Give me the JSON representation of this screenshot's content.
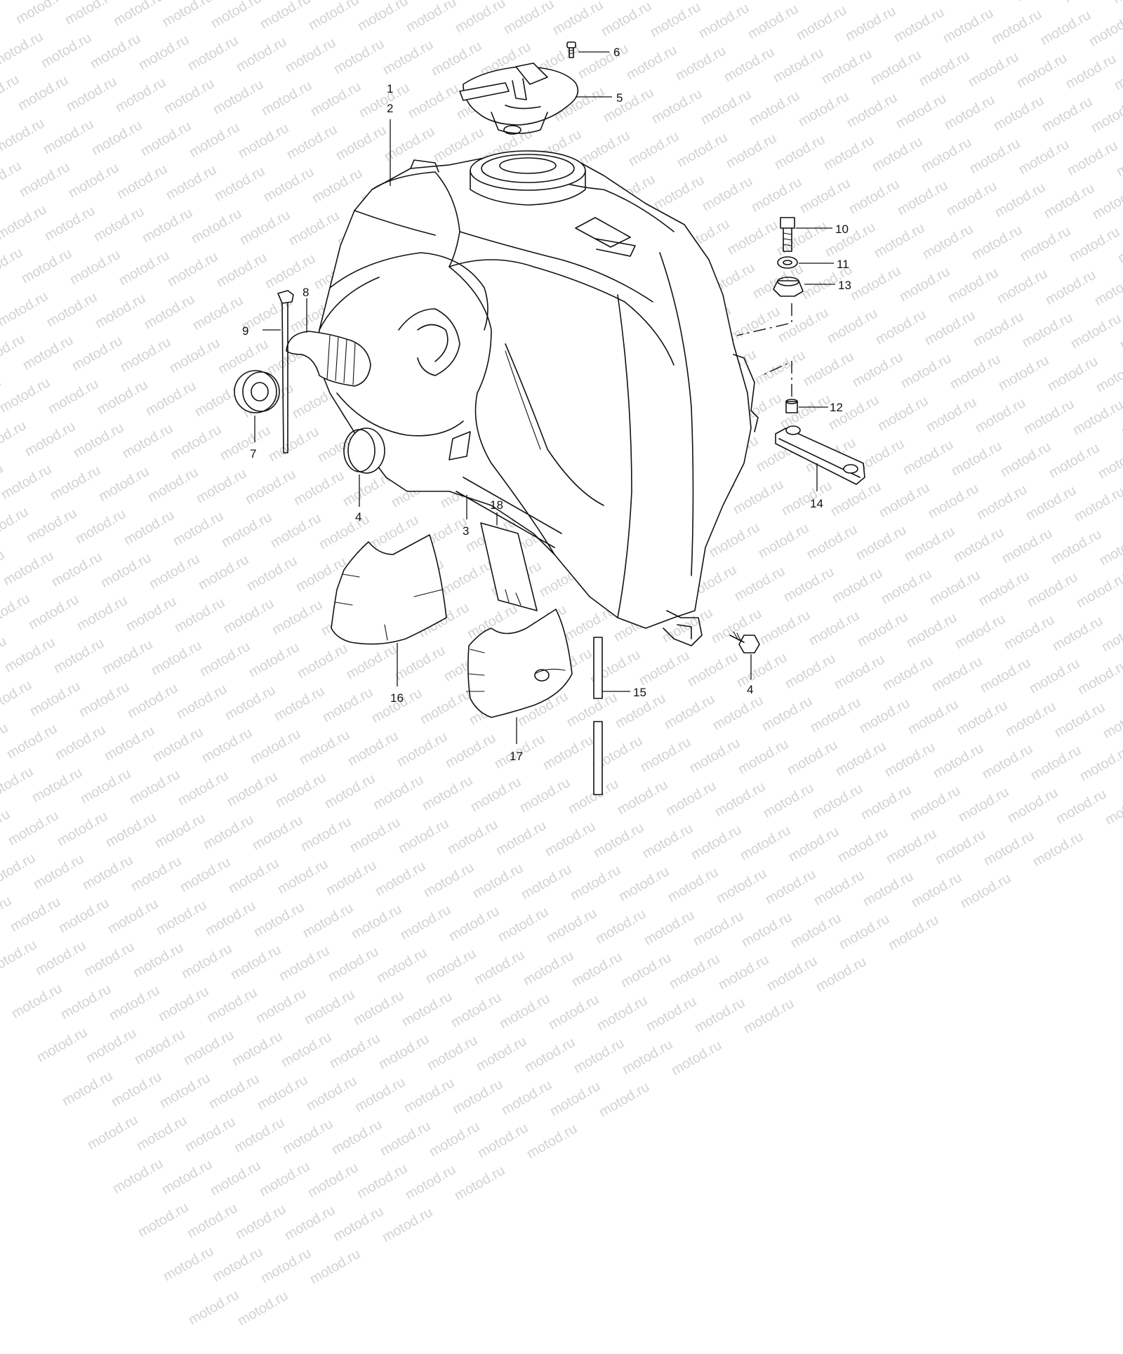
{
  "watermark": {
    "text": "motod.ru",
    "color": "#d2d2d2"
  },
  "part_labels": {
    "p1": "1",
    "p2": "2",
    "p3": "3",
    "p4a": "4",
    "p4b": "4",
    "p5": "5",
    "p6": "6",
    "p7": "7",
    "p8": "8",
    "p9": "9",
    "p10": "10",
    "p11": "11",
    "p12": "12",
    "p13": "13",
    "p14": "14",
    "p15": "15",
    "p16": "16",
    "p17": "17",
    "p18": "18"
  }
}
